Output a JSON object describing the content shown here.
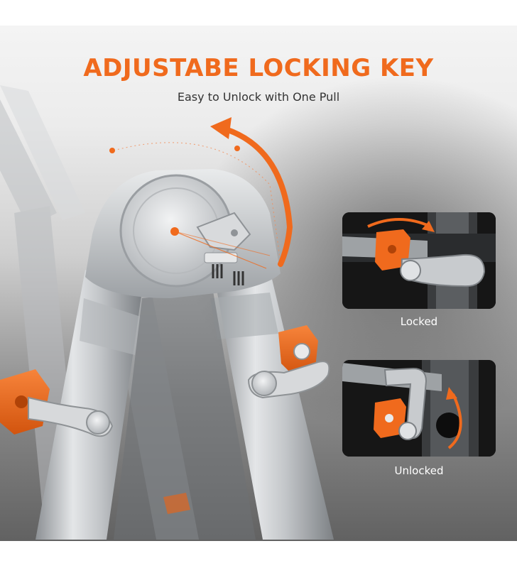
{
  "headline": "ADJUSTABE LOCKING KEY",
  "subheadline": "Easy to Unlock with One Pull",
  "insets": [
    {
      "caption": "Locked"
    },
    {
      "caption": "Unlocked"
    }
  ],
  "colors": {
    "accent": "#f06a1d",
    "aluminum": "#c9cccf",
    "dark": "#151515"
  },
  "icons": [
    "rotation-arrow-icon",
    "rotation-arrow-icon"
  ]
}
